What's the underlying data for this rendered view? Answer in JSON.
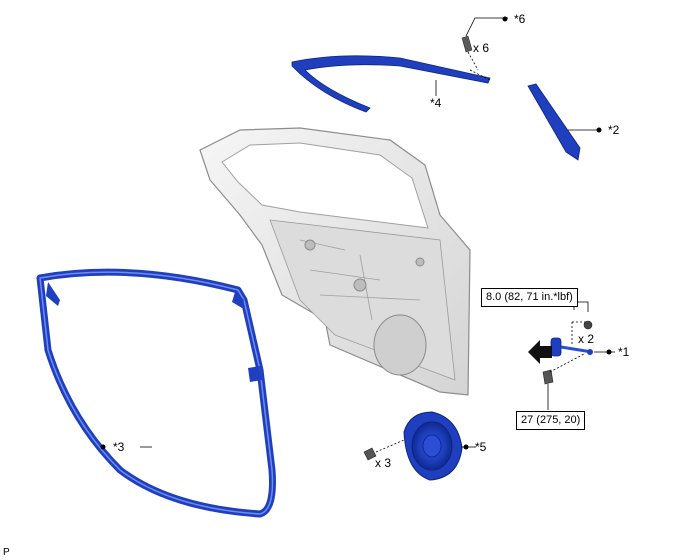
{
  "callouts": {
    "c1": "*1",
    "c2": "*2",
    "c3": "*3",
    "c4": "*4",
    "c5": "*5",
    "c6": "*6"
  },
  "quantities": {
    "q6": "x 6",
    "q2": "x 2",
    "q3": "x 3"
  },
  "torques": {
    "upper": "8.0 (82, 71 in.*lbf)",
    "lower": "27 (275, 20)"
  },
  "corner_code": "P",
  "colors": {
    "part_blue": "#1f3fbf",
    "part_blue_light": "#5c7be6",
    "door_panel": "#e8e8e8",
    "door_edge": "#9a9a9a"
  }
}
